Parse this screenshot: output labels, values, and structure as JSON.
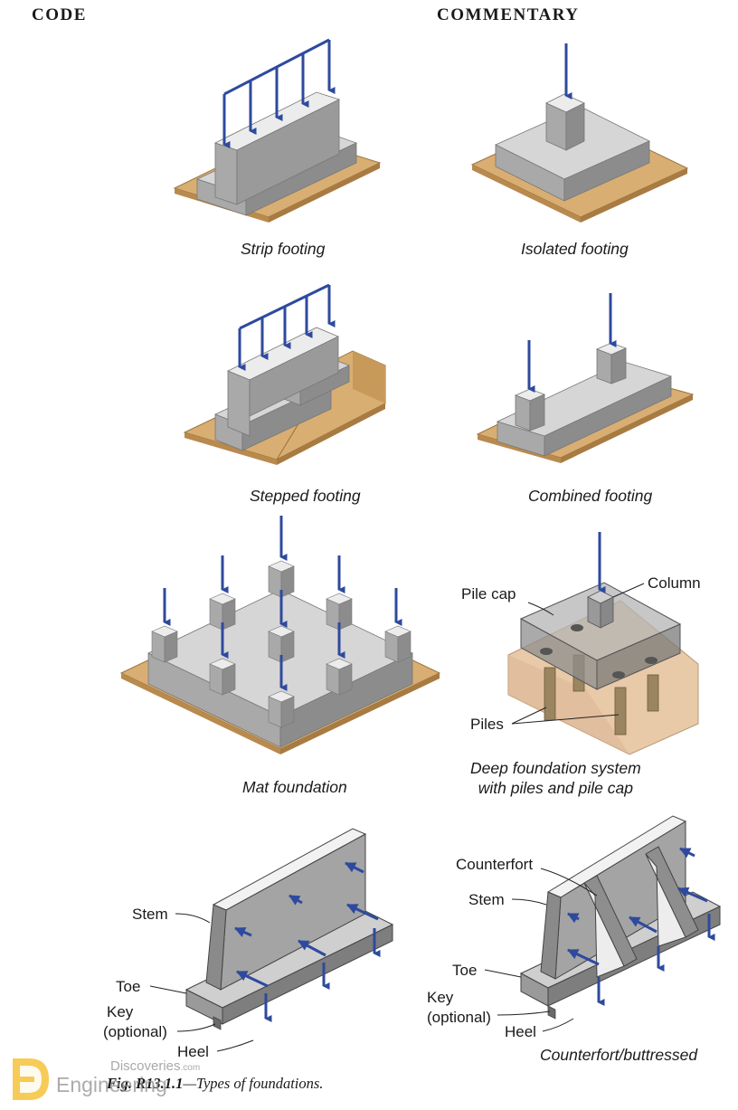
{
  "headers": {
    "code": "CODE",
    "commentary": "COMMENTARY"
  },
  "captions": {
    "strip": "Strip footing",
    "isolated": "Isolated footing",
    "stepped": "Stepped footing",
    "combined": "Combined footing",
    "mat": "Mat foundation",
    "deep_line1": "Deep foundation system",
    "deep_line2": "with piles and pile cap",
    "counterfort": "Counterfort/buttressed"
  },
  "labels": {
    "pile_cap": "Pile cap",
    "column": "Column",
    "piles": "Piles",
    "stem_left": "Stem",
    "toe_left": "Toe",
    "key_line1": "Key",
    "key_line2": "(optional)",
    "heel_left": "Heel",
    "counterfort": "Counterfort",
    "stem_right": "Stem",
    "toe_right": "Toe",
    "key_right_line1": "Key",
    "key_right_line2": "(optional)",
    "heel_right": "Heel"
  },
  "figure_caption": {
    "number": "Fig. R13.1.1",
    "text": "—Types of foundations."
  },
  "watermark": {
    "site": "Discoveries",
    "site_suffix": ".com",
    "brand": "Engineering"
  },
  "colors": {
    "load_arrow": "#2e4a9e",
    "concrete_top": "#d6d6d6",
    "concrete_front": "#a9a9a9",
    "concrete_side": "#8c8c8c",
    "soil": "#d9ae72",
    "soil_dark": "#b98a4e",
    "pile": "#9a8560"
  }
}
